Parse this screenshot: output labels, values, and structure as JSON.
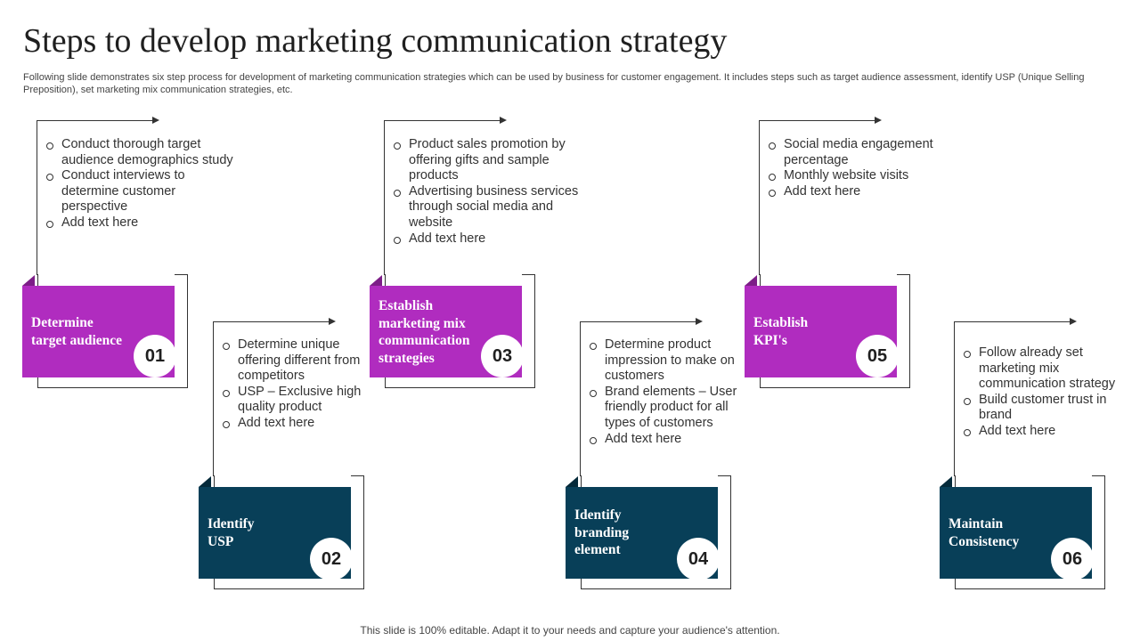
{
  "title": "Steps to develop marketing communication strategy",
  "subtitle": "Following slide demonstrates six step process for development of marketing communication strategies which can be used by business for customer engagement. It includes steps such as target audience assessment, identify USP (Unique Selling Preposition), set marketing mix communication strategies, etc.",
  "footer": "This slide is 100% editable. Adapt it to your needs and capture your audience's attention.",
  "colors": {
    "purple": "#b02cbf",
    "teal": "#083f58",
    "text": "#333333"
  },
  "steps": [
    {
      "number": "01",
      "label_lines": [
        "Determine",
        "target audience"
      ],
      "color": "purple",
      "bullets": [
        "Conduct thorough target audience demographics study",
        "Conduct interviews to determine customer perspective",
        "Add text here"
      ]
    },
    {
      "number": "02",
      "label_lines": [
        "Identify",
        "USP"
      ],
      "color": "teal",
      "bullets": [
        "Determine unique offering different from competitors",
        "USP – Exclusive high quality product",
        "Add text here"
      ]
    },
    {
      "number": "03",
      "label_lines": [
        "Establish",
        "marketing mix",
        "communication",
        "strategies"
      ],
      "color": "purple",
      "bullets": [
        "Product sales promotion by offering gifts and sample products",
        "Advertising business services through social media and website",
        "Add text here"
      ]
    },
    {
      "number": "04",
      "label_lines": [
        "Identify",
        "branding",
        "element"
      ],
      "color": "teal",
      "bullets": [
        "Determine product impression to make on customers",
        "Brand elements – User friendly product for all types of customers",
        "Add text here"
      ]
    },
    {
      "number": "05",
      "label_lines": [
        "Establish",
        "KPI's"
      ],
      "color": "purple",
      "bullets": [
        "Social media engagement percentage",
        "Monthly website visits",
        "Add text here"
      ]
    },
    {
      "number": "06",
      "label_lines": [
        "Maintain",
        "Consistency"
      ],
      "color": "teal",
      "bullets": [
        "Follow already set marketing mix communication strategy",
        "Build customer trust in brand",
        "Add text here"
      ]
    }
  ]
}
